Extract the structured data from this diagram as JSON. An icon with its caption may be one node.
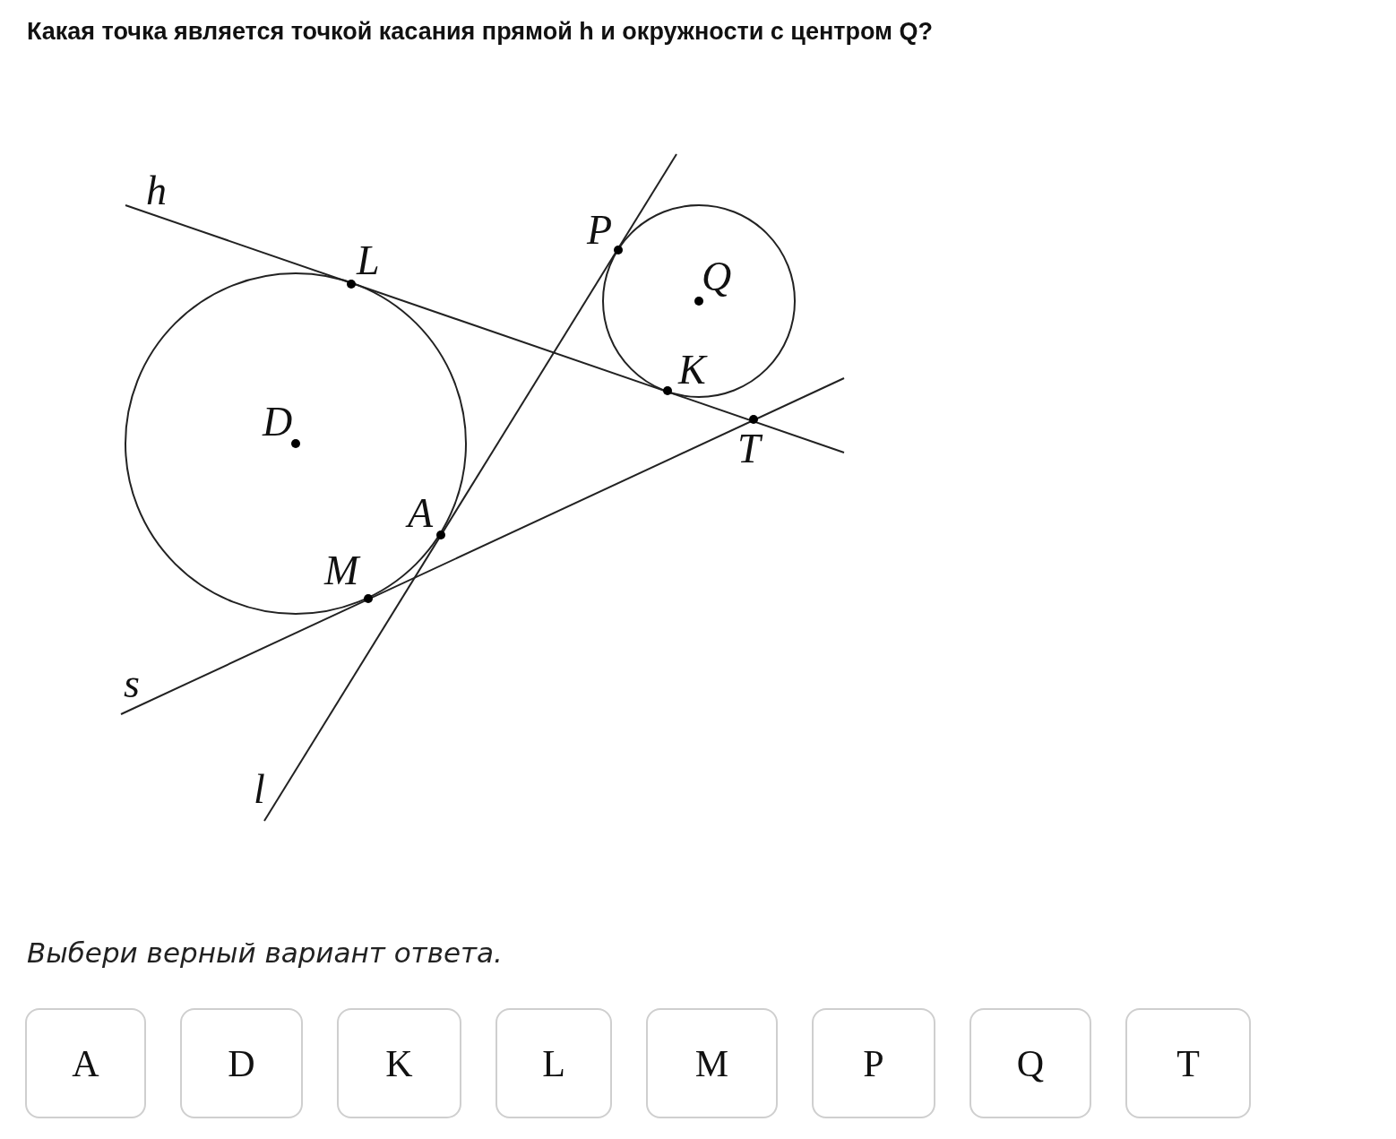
{
  "diagram": {
    "title": "Какая точка является точкой касания прямой h и окружности с центром Q?",
    "labels": [
      "h",
      "P",
      "L",
      "Q",
      "K",
      "D",
      "T",
      "A",
      "M",
      "s",
      "l",
      "Выбери верный вариант ответа.",
      "A",
      "D",
      "K",
      "L",
      "M",
      "P",
      "Q",
      "T"
    ]
  }
}
